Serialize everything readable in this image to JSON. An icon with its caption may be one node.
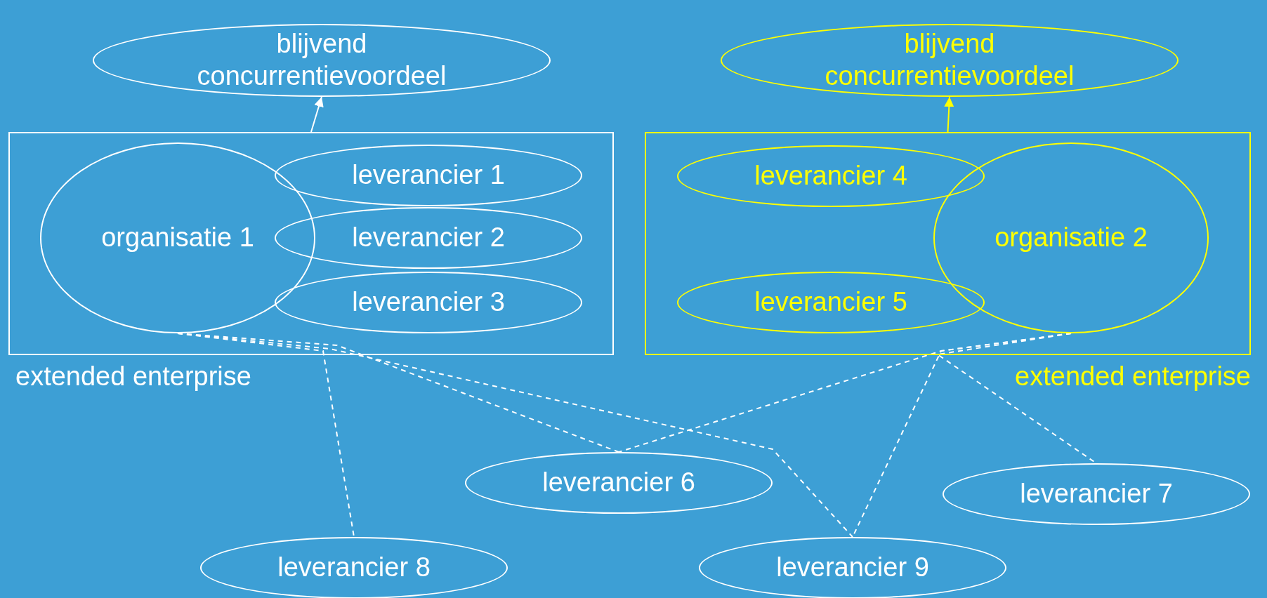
{
  "diagram": {
    "nodes": [
      {
        "text": [
          "blijvend concurrentievoordeel"
        ]
      },
      {
        "text": [
          "extended enterprise"
        ]
      },
      {
        "text": [
          "organisatie 1"
        ],
        "in": 1
      },
      {
        "text": [
          "leverancier 1"
        ],
        "in": 1
      },
      {
        "text": [
          "leverancier 2"
        ],
        "in": 1
      },
      {
        "text": [
          "leverancier 3"
        ],
        "in": 1
      },
      {
        "text": [
          "blijvend concurrentievoordeel"
        ]
      },
      {
        "text": [
          "extended enterprise"
        ]
      },
      {
        "text": [
          "leverancier 4"
        ],
        "in": 7
      },
      {
        "text": [
          "leverancier 5"
        ],
        "in": 7
      },
      {
        "text": [
          "organisatie 2"
        ],
        "in": 7
      },
      {
        "text": [
          "leverancier 6"
        ]
      },
      {
        "text": [
          "leverancier 7"
        ]
      },
      {
        "text": [
          "leverancier 8"
        ]
      },
      {
        "text": [
          "leverancier 9"
        ]
      }
    ],
    "edges": [
      {
        "from": 1,
        "to": 0,
        "arrow": "to"
      },
      {
        "from": 7,
        "to": 6,
        "arrow": "to",
        "color": "#ffff00"
      },
      {
        "from": 2,
        "to": 11,
        "arrow": "none",
        "style": "dashed"
      },
      {
        "from": 2,
        "to": 14,
        "arrow": "none",
        "style": "dashed"
      },
      {
        "from": 2,
        "to": 13,
        "arrow": "none",
        "style": "dashed"
      },
      {
        "from": 10,
        "to": 11,
        "arrow": "none",
        "style": "dashed"
      },
      {
        "from": 10,
        "to": 14,
        "arrow": "none",
        "style": "dashed"
      },
      {
        "from": 10,
        "to": 12,
        "arrow": "none",
        "style": "dashed"
      }
    ]
  }
}
